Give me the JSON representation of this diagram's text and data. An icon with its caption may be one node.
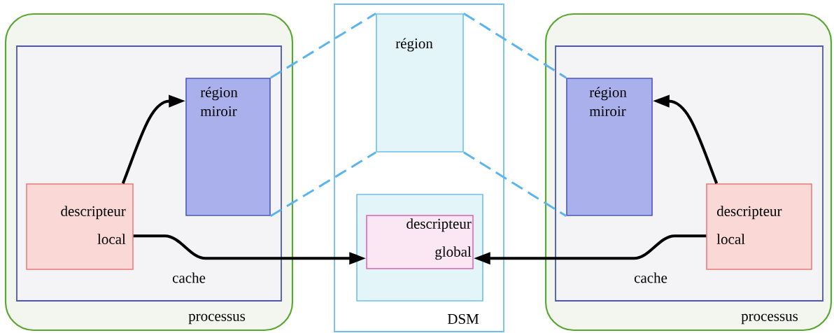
{
  "diagram": {
    "nodes": [
      {
        "text": [
          "processus"
        ]
      },
      {
        "text": [
          "cache"
        ],
        "in": 0
      },
      {
        "text": [
          "région miroir"
        ],
        "in": 1
      },
      {
        "text": [
          "descripteur local"
        ],
        "in": 1
      },
      {
        "text": [
          "DSM"
        ]
      },
      {
        "text": [
          "région"
        ],
        "in": 4
      },
      {
        "text": [],
        "shape": "box",
        "in": 4
      },
      {
        "text": [
          "descripteur global"
        ],
        "in": 6
      },
      {
        "text": [
          "processus"
        ]
      },
      {
        "text": [
          "cache"
        ],
        "in": 8
      },
      {
        "text": [
          "région miroir"
        ],
        "in": 9
      },
      {
        "text": [
          "descripteur local"
        ],
        "in": 9
      }
    ],
    "edges": [
      {
        "from": 3,
        "to": 2,
        "arrow": "to"
      },
      {
        "from": 3,
        "to": 7,
        "arrow": "to"
      },
      {
        "from": 11,
        "to": 10,
        "arrow": "to"
      },
      {
        "from": 11,
        "to": 7,
        "arrow": "to"
      },
      {
        "from": 2,
        "to": 5,
        "arrow": "none",
        "style": "dashed",
        "color": "#5ab4f0"
      },
      {
        "from": 2,
        "to": 5,
        "arrow": "none",
        "style": "dashed",
        "color": "#5ab4f0"
      },
      {
        "from": 5,
        "to": 10,
        "arrow": "none",
        "style": "dashed",
        "color": "#5ab4f0"
      },
      {
        "from": 5,
        "to": 10,
        "arrow": "none",
        "style": "dashed",
        "color": "#5ab4f0"
      }
    ]
  }
}
